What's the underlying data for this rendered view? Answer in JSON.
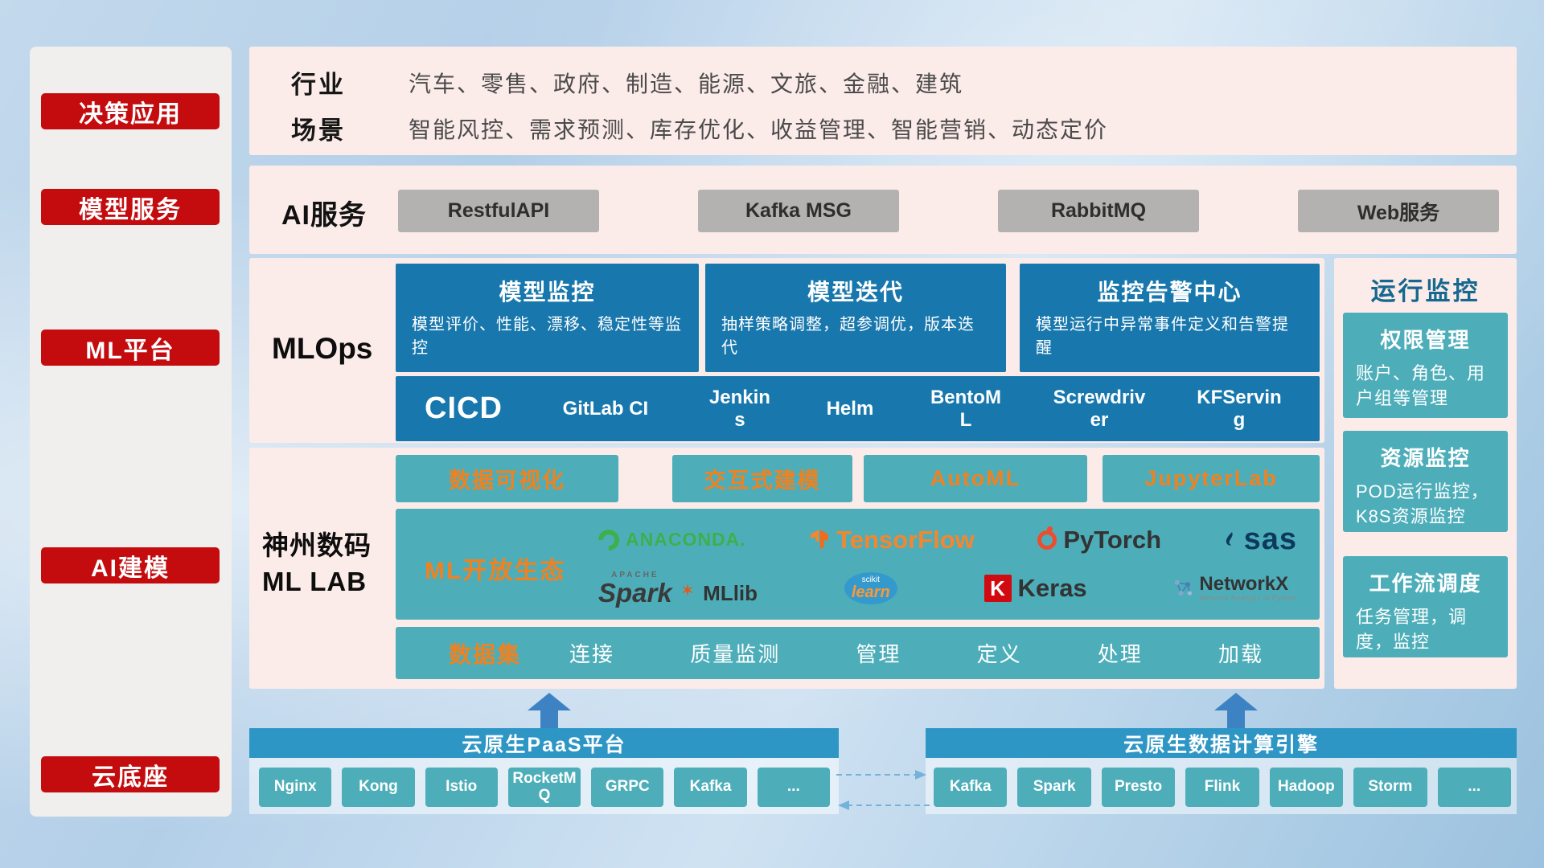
{
  "sidebar": {
    "items": [
      "决策应用",
      "模型服务",
      "ML平台",
      "AI建模",
      "云底座"
    ]
  },
  "industry": {
    "row1_label": "行业",
    "row1_value": "汽车、零售、政府、制造、能源、文旅、金融、建筑",
    "row2_label": "场景",
    "row2_value": "智能风控、需求预测、库存优化、收益管理、智能营销、动态定价"
  },
  "ai_service": {
    "label": "AI服务",
    "buttons": [
      "RestfulAPI",
      "Kafka MSG",
      "RabbitMQ",
      "Web服务"
    ]
  },
  "mlops": {
    "label": "MLOps",
    "cards": [
      {
        "title": "模型监控",
        "desc": "模型评价、性能、漂移、稳定性等监控"
      },
      {
        "title": "模型迭代",
        "desc": "抽样策略调整，超参调优，版本迭代"
      },
      {
        "title": "监控告警中心",
        "desc": "模型运行中异常事件定义和告警提醒"
      }
    ],
    "cicd_label": "CICD",
    "cicd_tools": [
      "GitLab CI",
      "Jenkins",
      "Helm",
      "BentoML",
      "Screwdriver",
      "KFServing"
    ]
  },
  "mllab": {
    "label_line1": "神州数码",
    "label_line2": "ML LAB",
    "top_buttons": [
      "数据可视化",
      "交互式建模",
      "AutoML",
      "JupyterLab"
    ],
    "ecosystem_label": "ML开放生态",
    "logos": {
      "anaconda": "ANACONDA.",
      "tensorflow": "TensorFlow",
      "pytorch": "PyTorch",
      "sas": "sas",
      "apache": "APACHE",
      "spark": "Spark",
      "mllib": "MLlib",
      "scikit": "scikit",
      "learn": "learn",
      "keras_k": "K",
      "keras": "Keras",
      "networkx": "NetworkX",
      "networkx_sub": "Network Analysis in Python"
    },
    "dataset_label": "数据集",
    "dataset_items": [
      "连接",
      "质量监测",
      "管理",
      "定义",
      "处理",
      "加载"
    ]
  },
  "monitoring": {
    "title": "运行监控",
    "cards": [
      {
        "title": "权限管理",
        "desc": "账户、角色、用户组等管理"
      },
      {
        "title": "资源监控",
        "desc": "POD运行监控，K8S资源监控"
      },
      {
        "title": "工作流调度",
        "desc": "任务管理，调度，监控"
      }
    ]
  },
  "bottom": {
    "paas_title": "云原生PaaS平台",
    "paas_items": [
      "Nginx",
      "Kong",
      "Istio",
      "RocketMQ",
      "GRPC",
      "Kafka",
      "..."
    ],
    "engine_title": "云原生数据计算引擎",
    "engine_items": [
      "Kafka",
      "Spark",
      "Presto",
      "Flink",
      "Hadoop",
      "Storm",
      "..."
    ]
  },
  "colors": {
    "red_accent": "#c40b0e",
    "panel_pink": "#fcece9",
    "card_blue": "#1878ad",
    "teal": "#4daeba",
    "orange_text": "#ef8220",
    "bottom_header_blue": "#2e96c5"
  }
}
